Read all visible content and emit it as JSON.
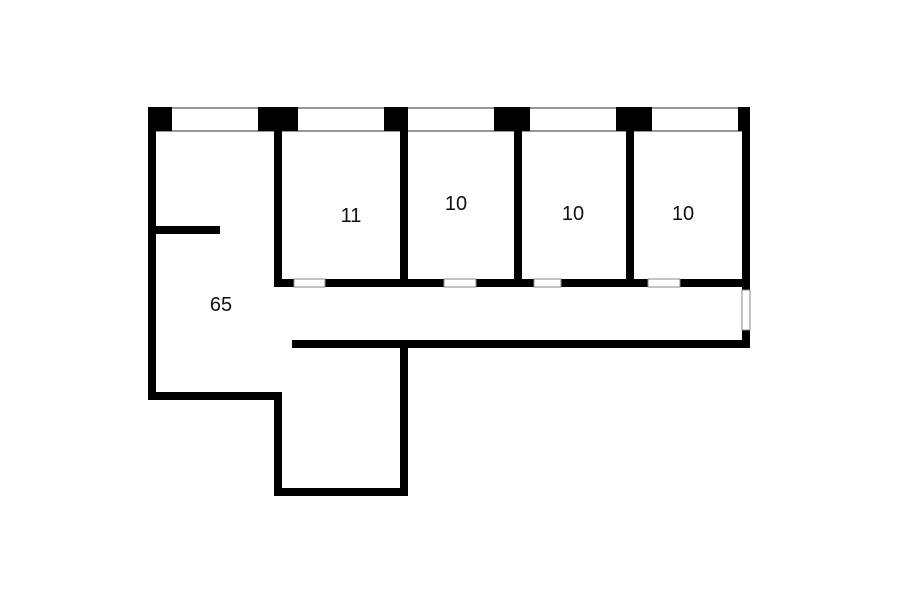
{
  "floor_plan": {
    "rooms": [
      {
        "id": "open-area",
        "area": "65"
      },
      {
        "id": "office-1",
        "area": "11"
      },
      {
        "id": "office-2",
        "area": "10"
      },
      {
        "id": "office-3",
        "area": "10"
      },
      {
        "id": "office-4",
        "area": "10"
      }
    ],
    "colors": {
      "wall": "#000000",
      "background": "#ffffff"
    }
  }
}
